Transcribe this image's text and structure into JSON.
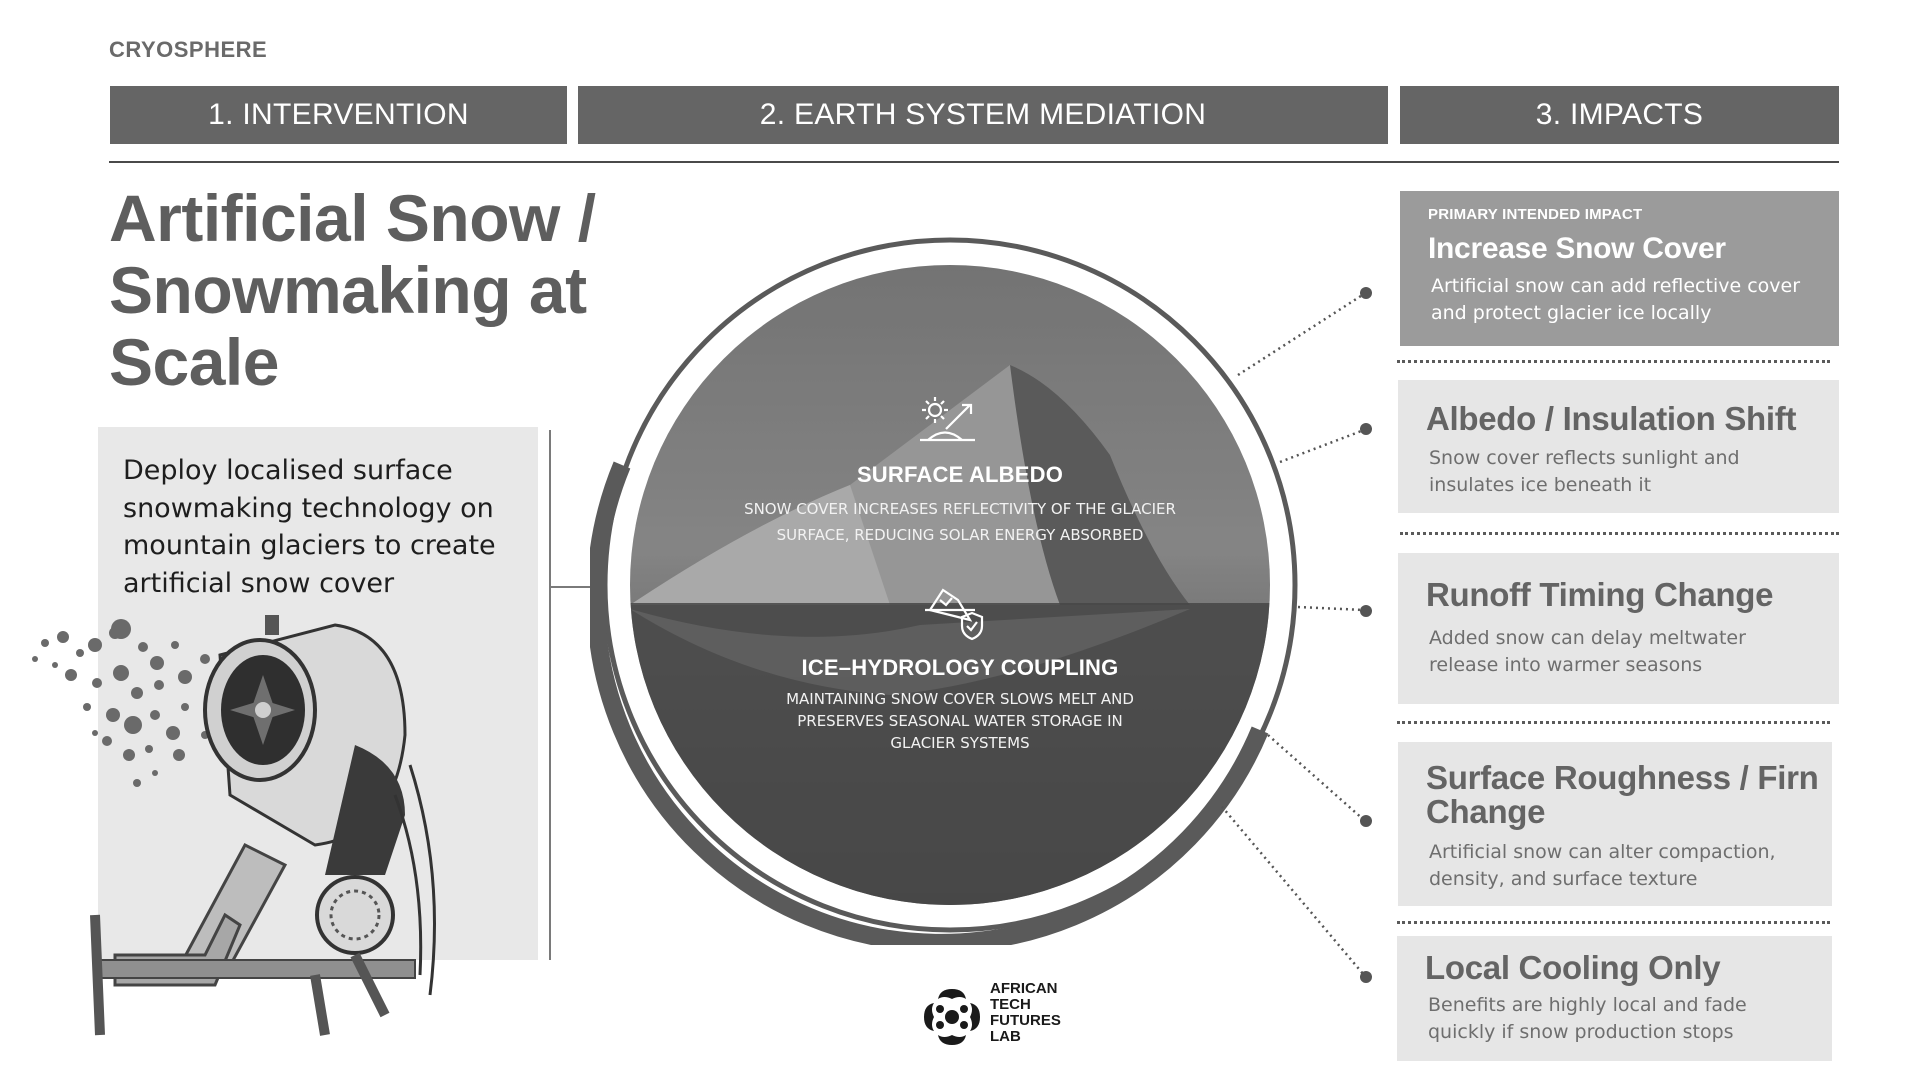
{
  "section_label": "CRYOSPHERE",
  "stages": [
    {
      "label": "1. INTERVENTION"
    },
    {
      "label": "2. EARTH SYSTEM MEDIATION"
    },
    {
      "label": "3. IMPACTS"
    }
  ],
  "intervention": {
    "title": "Artificial Snow / Snowmaking at Scale",
    "description": "Deploy localised surface snowmaking technology on mountain glaciers to create artificial snow cover"
  },
  "mediation": [
    {
      "icon": "sun-reflection-icon",
      "title": "SURFACE ALBEDO",
      "description": "SNOW COVER INCREASES REFLECTIVITY OF THE GLACIER SURFACE, REDUCING SOLAR ENERGY ABSORBED"
    },
    {
      "icon": "iceberg-shield-icon",
      "title": "ICE–HYDROLOGY COUPLING",
      "description": "MAINTAINING SNOW COVER SLOWS MELT AND PRESERVES SEASONAL WATER STORAGE IN GLACIER SYSTEMS"
    }
  ],
  "impacts": [
    {
      "eyebrow": "PRIMARY INTENDED IMPACT",
      "title": "Increase Snow Cover",
      "description": "Artificial snow can add reflective cover and protect glacier ice locally"
    },
    {
      "title": "Albedo / Insulation Shift",
      "description": "Snow cover reflects sunlight and insulates ice beneath it"
    },
    {
      "title": "Runoff Timing Change",
      "description": "Added snow can delay meltwater release into warmer seasons"
    },
    {
      "title": "Surface Roughness / Firn Change",
      "description": "Artificial snow can alter compaction, density, and surface texture"
    },
    {
      "title": "Local Cooling Only",
      "description": "Benefits are highly local and fade quickly if snow production stops"
    }
  ],
  "logo": {
    "lines": [
      "AFRICAN",
      "TECH",
      "FUTURES",
      "LAB"
    ]
  },
  "colors": {
    "tab_bg": "#656565",
    "primary_card": "#9b9b9b",
    "card_bg": "#e6e6e6",
    "panel_bg": "#e8e8e8"
  }
}
